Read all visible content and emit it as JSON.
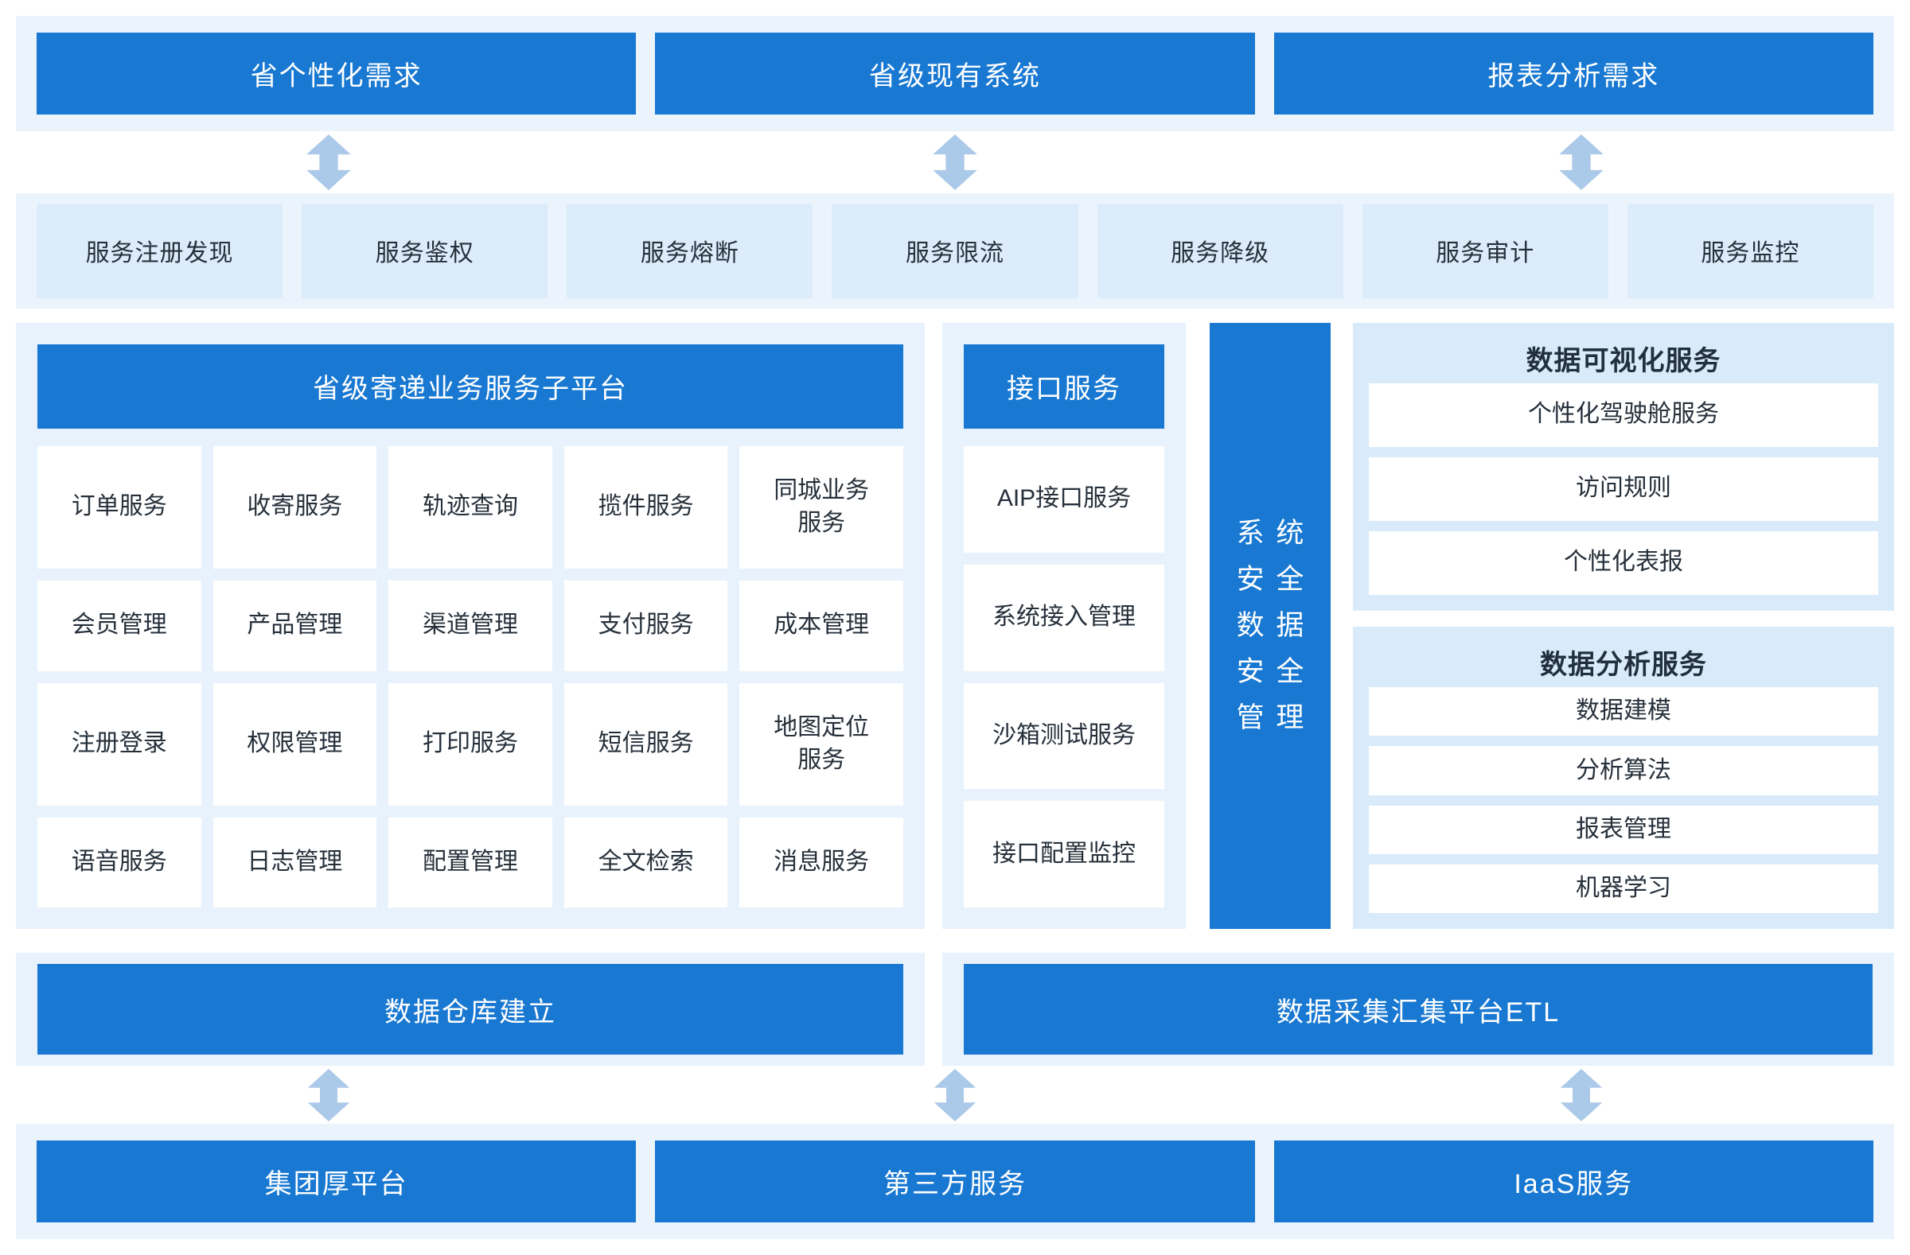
{
  "colors": {
    "dark_blue": "#1878d2",
    "band_bg": "#ebf4fc",
    "panel_bg": "#e8f2fc",
    "strip_box": "#dcecfa",
    "right_panel_bg": "#d9ebfa",
    "arrow": "#abc9e8",
    "text_dark": "#26303b"
  },
  "top_row": {
    "boxes": [
      "省个性化需求",
      "省级现有系统",
      "报表分析需求"
    ]
  },
  "governance_row": {
    "boxes": [
      "服务注册发现",
      "服务鉴权",
      "服务熔断",
      "服务限流",
      "服务降级",
      "服务审计",
      "服务监控"
    ]
  },
  "platform": {
    "title": "省级寄递业务服务子平台",
    "services": [
      "订单服务",
      "收寄服务",
      "轨迹查询",
      "揽件服务",
      "同城业务服务",
      "会员管理",
      "产品管理",
      "渠道管理",
      "支付服务",
      "成本管理",
      "注册登录",
      "权限管理",
      "打印服务",
      "短信服务",
      "地图定位服务",
      "语音服务",
      "日志管理",
      "配置管理",
      "全文检索",
      "消息服务"
    ]
  },
  "interface_panel": {
    "title": "接口服务",
    "services": [
      "AIP接口服务",
      "系统接入管理",
      "沙箱测试服务",
      "接口配置监控"
    ]
  },
  "security_bar": {
    "lines": [
      "系统",
      "安全",
      "数据",
      "安全",
      "管理"
    ]
  },
  "visualization_panel": {
    "title": "数据可视化服务",
    "services": [
      "个性化驾驶舱服务",
      "访问规则",
      "个性化表报"
    ]
  },
  "analysis_panel": {
    "title": "数据分析服务",
    "services": [
      "数据建模",
      "分析算法",
      "报表管理",
      "机器学习"
    ]
  },
  "warehouse_bar": {
    "label": "数据仓库建立"
  },
  "etl_bar": {
    "label": "数据采集汇集平台ETL"
  },
  "bottom_row": {
    "boxes": [
      "集团厚平台",
      "第三方服务",
      "IaaS服务"
    ]
  }
}
